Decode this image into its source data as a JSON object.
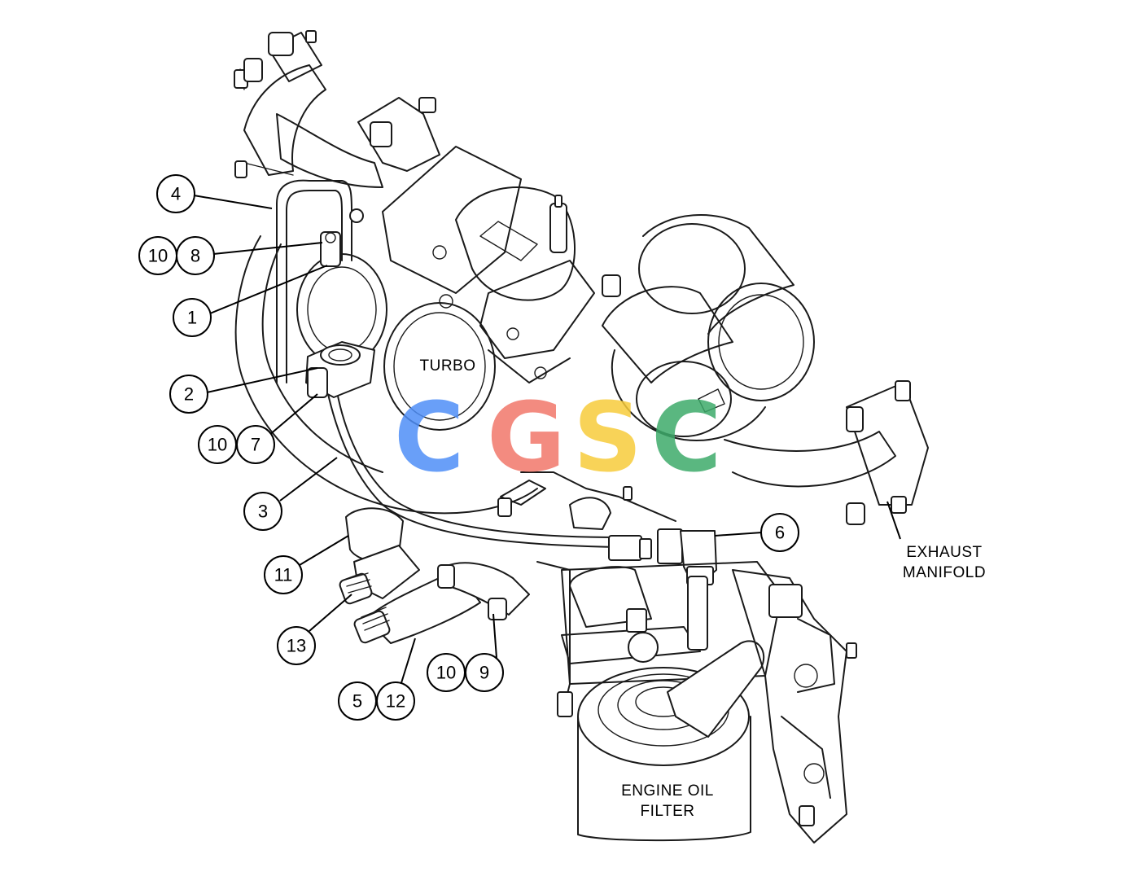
{
  "labels": {
    "turbo": "TURBO",
    "exhaust_line1": "EXHAUST",
    "exhaust_line2": "MANIFOLD",
    "filter_line1": "ENGINE OIL",
    "filter_line2": "FILTER"
  },
  "callouts": {
    "c4": "4",
    "c10a": "10",
    "c8": "8",
    "c1": "1",
    "c2": "2",
    "c10b": "10",
    "c7": "7",
    "c3": "3",
    "c11": "11",
    "c13": "13",
    "c10c": "10",
    "c9": "9",
    "c5": "5",
    "c12": "12",
    "c6": "6"
  },
  "watermark": {
    "letters": [
      "C",
      "G",
      "S",
      "C"
    ],
    "colors": [
      "#4f8ff7",
      "#f2776b",
      "#f7cc3c",
      "#3eab6b"
    ]
  }
}
